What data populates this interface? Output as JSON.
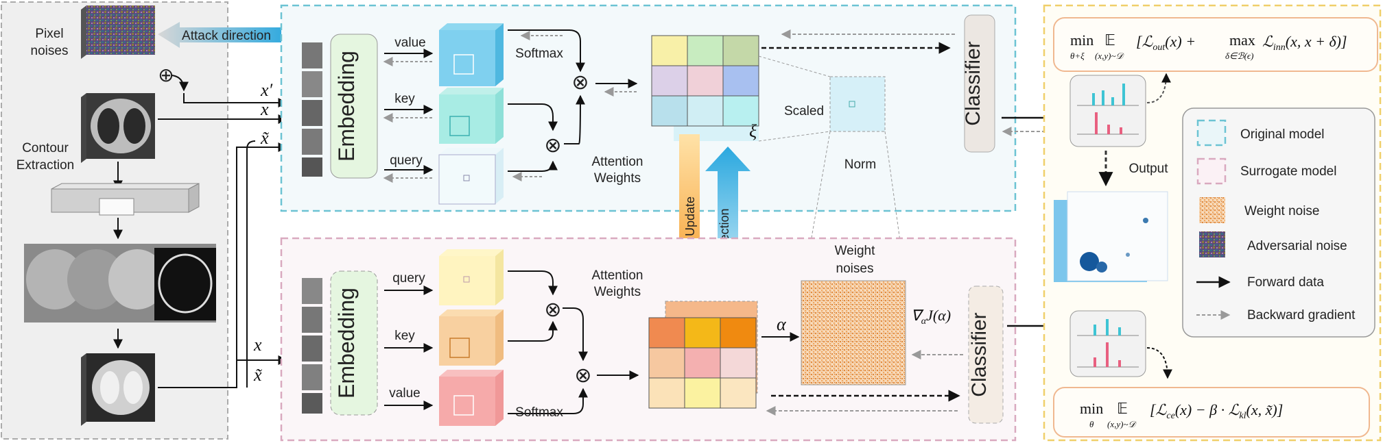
{
  "left": {
    "pixel_noises": [
      "Pixel",
      "noises"
    ],
    "contour_extraction": [
      "Contour",
      "Extraction"
    ],
    "oplus": "⊕",
    "attack_direction": "Attack direction"
  },
  "inputs": {
    "x_prime": "x′",
    "x": "x",
    "x_tilde": "x̃",
    "x_bottom": "x",
    "x_tilde_bottom": "x̃"
  },
  "top": {
    "embedding": "Embedding",
    "value": "value",
    "key": "key",
    "query": "query",
    "softmax": "Softmax",
    "attention_weights": [
      "Attention",
      "Weights"
    ],
    "xi": "ξ",
    "scaled": "Scaled",
    "norm": "Norm",
    "classifier": "Classifier",
    "otimes": "⊗"
  },
  "bottom": {
    "embedding": "Embedding",
    "query": "query",
    "key": "key",
    "value": "value",
    "softmax": "Softmax",
    "attention_weights": [
      "Attention",
      "Weights"
    ],
    "alpha": "α",
    "weight_noises": [
      "Weight",
      "noises"
    ],
    "grad": "∇",
    "grad_sub": "α",
    "grad_rest": "J(α)",
    "classifier": "Classifier"
  },
  "middle": {
    "update": "Update",
    "injection": "Injection"
  },
  "right": {
    "formula_top": "min E [ℒout(x) + max ℒinn(x, x+δ)]",
    "formula_top_min_sub": "θ+ξ",
    "formula_top_e_sub": "(x,y)~𝒟",
    "formula_top_max_sub": "δ∈ℬ(ϵ)",
    "output": "Output",
    "formula_bottom": "min E [ℒce(x) − β·ℒkl(x, x̃)]",
    "formula_bottom_min_sub": "θ",
    "formula_bottom_e_sub": "(x,y)~𝒟"
  },
  "legend": {
    "items": [
      "Original model",
      "Surrogate model",
      "Weight noise",
      "Adversarial noise",
      "Forward data",
      "Backward gradient"
    ]
  },
  "colors": {
    "teal_border": "#6cc3d3",
    "pink_border": "#d9a9bf",
    "gold_border": "#f0cf6a",
    "orange_arrow": "#f5a53a",
    "blue_arrow": "#29a8e0"
  }
}
